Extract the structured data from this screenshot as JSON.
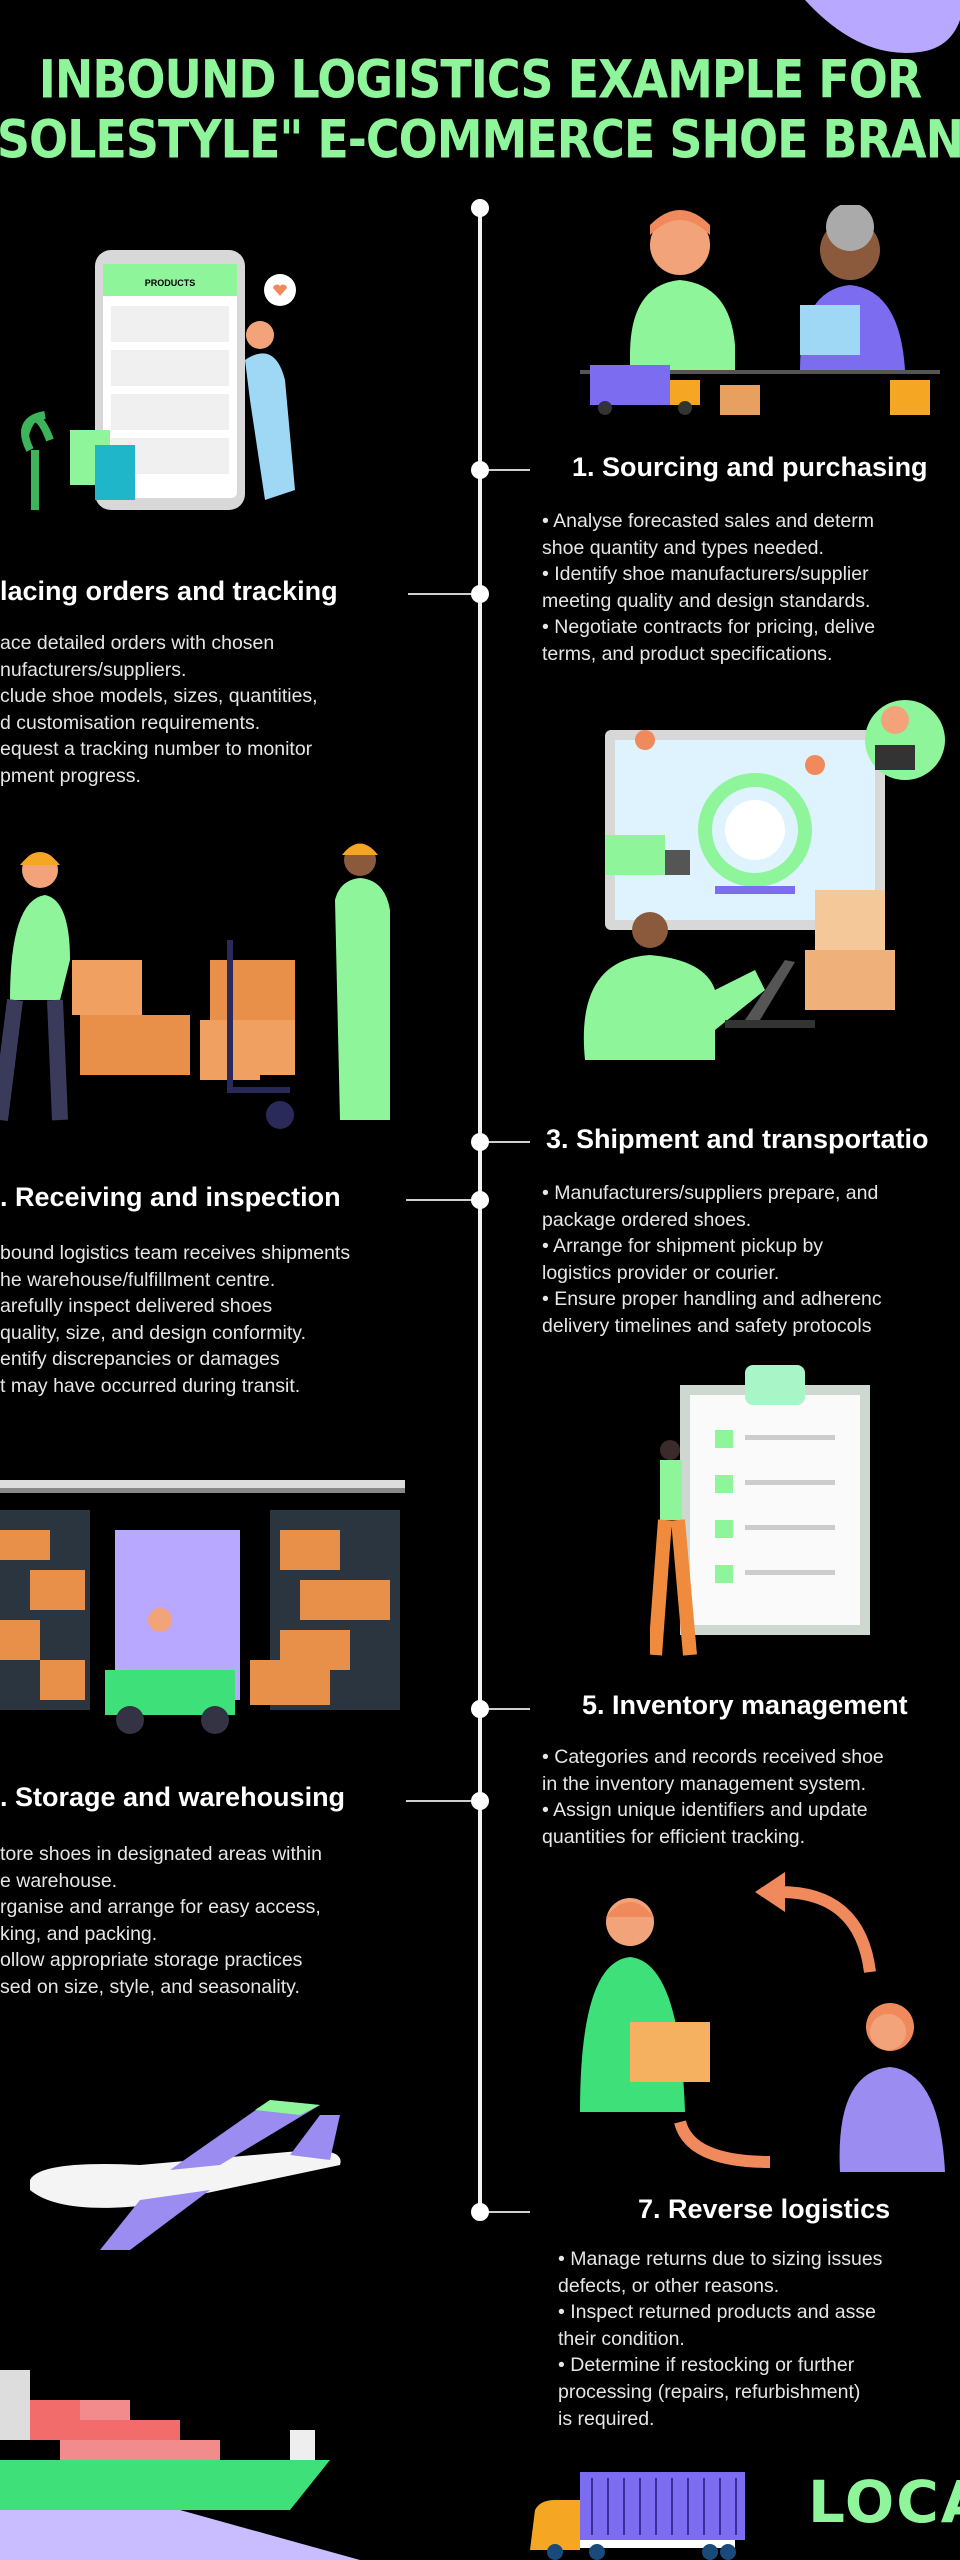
{
  "title": {
    "line1": "INBOUND LOGISTICS EXAMPLE FOR",
    "line2": "SOLESTYLE\" E-COMMERCE SHOE BRAN"
  },
  "colors": {
    "accent_green": "#8ef59a",
    "accent_purple": "#b9a8ff",
    "orange": "#f08a5d",
    "background": "#000000"
  },
  "sections": [
    {
      "heading": "1. Sourcing and purchasing",
      "lines": [
        "• Analyse forecasted sales and determ",
        "shoe quantity and types needed.",
        "• Identify shoe manufacturers/supplier",
        "meeting quality and design standards.",
        "• Negotiate contracts for pricing, delive",
        "terms, and product specifications."
      ]
    },
    {
      "heading": "lacing orders and tracking",
      "lines": [
        "ace detailed orders with chosen",
        "nufacturers/suppliers.",
        "clude shoe models, sizes, quantities,",
        "d customisation requirements.",
        "equest a tracking number to monitor",
        "pment progress."
      ]
    },
    {
      "heading": "3. Shipment and transportatio",
      "lines": [
        "• Manufacturers/suppliers prepare, and",
        "package ordered shoes.",
        "• Arrange for shipment pickup by",
        "logistics provider or courier.",
        "• Ensure proper handling and adherenc",
        "delivery timelines and safety protocols"
      ]
    },
    {
      "heading": ". Receiving and inspection",
      "lines": [
        "bound logistics team receives shipments",
        "he warehouse/fulfillment centre.",
        "arefully inspect delivered shoes",
        "quality, size, and design conformity.",
        "entify discrepancies or damages",
        "t may have occurred during transit."
      ]
    },
    {
      "heading": "5. Inventory management",
      "lines": [
        "• Categories and records received shoe",
        "in the inventory management system.",
        "• Assign unique identifiers and update",
        "quantities for efficient tracking."
      ]
    },
    {
      "heading": ". Storage and warehousing",
      "lines": [
        "tore shoes in designated areas within",
        "e warehouse.",
        "rganise and arrange for easy access,",
        "king, and packing.",
        "ollow appropriate storage practices",
        "sed on size, style, and seasonality."
      ]
    },
    {
      "heading": "7. Reverse logistics",
      "lines": [
        "• Manage returns due to sizing issues",
        "defects, or other reasons.",
        "• Inspect returned products and asse",
        "their condition.",
        "• Determine if restocking or further",
        "processing (repairs, refurbishment)",
        "is required."
      ]
    }
  ],
  "illustrations": {
    "phone_screen_label": "PRODUCTS"
  },
  "logo": "LOCA"
}
